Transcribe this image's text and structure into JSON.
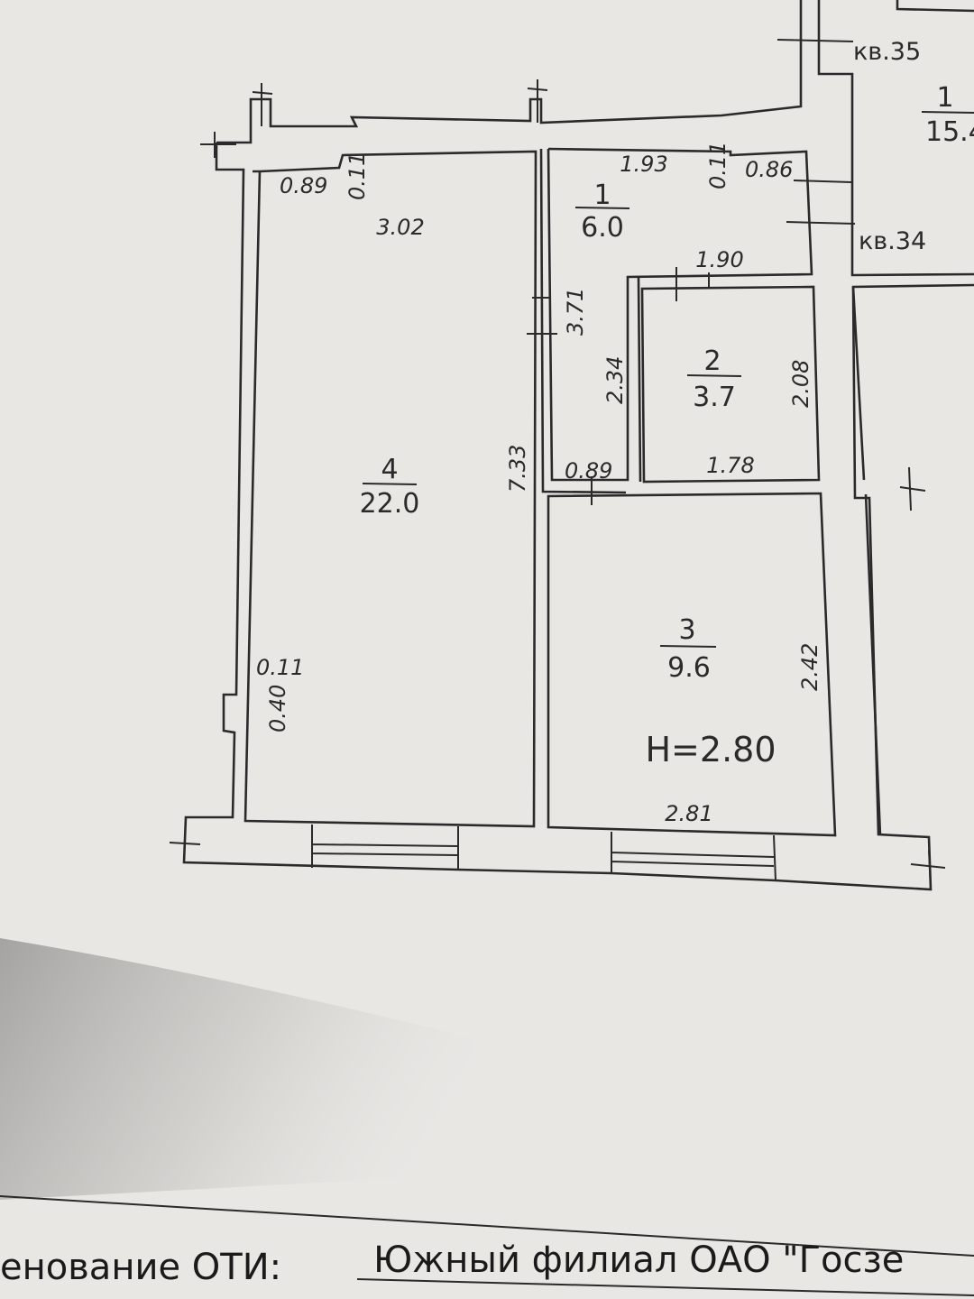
{
  "rooms": [
    {
      "number": "1",
      "area": "6.0"
    },
    {
      "number": "2",
      "area": "3.7"
    },
    {
      "number": "3",
      "area": "9.6"
    },
    {
      "number": "4",
      "area": "22.0"
    }
  ],
  "neighbor_room": {
    "number": "1",
    "area": "15.4"
  },
  "apartments": {
    "upper": "кв.35",
    "lower": "кв.34"
  },
  "ceiling_height": "H=2.80",
  "dimensions": {
    "room4_top_left": "0.89",
    "room4_top_wall": "0.11",
    "room4_width": "3.02",
    "room4_length": "7.33",
    "room4_left_wall": "0.11",
    "room4_niche": "0.40",
    "room1_width": "1.93",
    "room1_wall": "0.11",
    "room1_right": "0.86",
    "room1_length": "3.71",
    "corridor_length": "2.34",
    "corridor_width": "0.89",
    "room2_width": "1.90",
    "room2_bottom": "1.78",
    "room2_height": "2.08",
    "room3_height": "2.42",
    "room3_width": "2.81"
  },
  "footer": {
    "label": "енование ОТИ:",
    "value": "Южный филиал ОАО \"Госзе"
  }
}
